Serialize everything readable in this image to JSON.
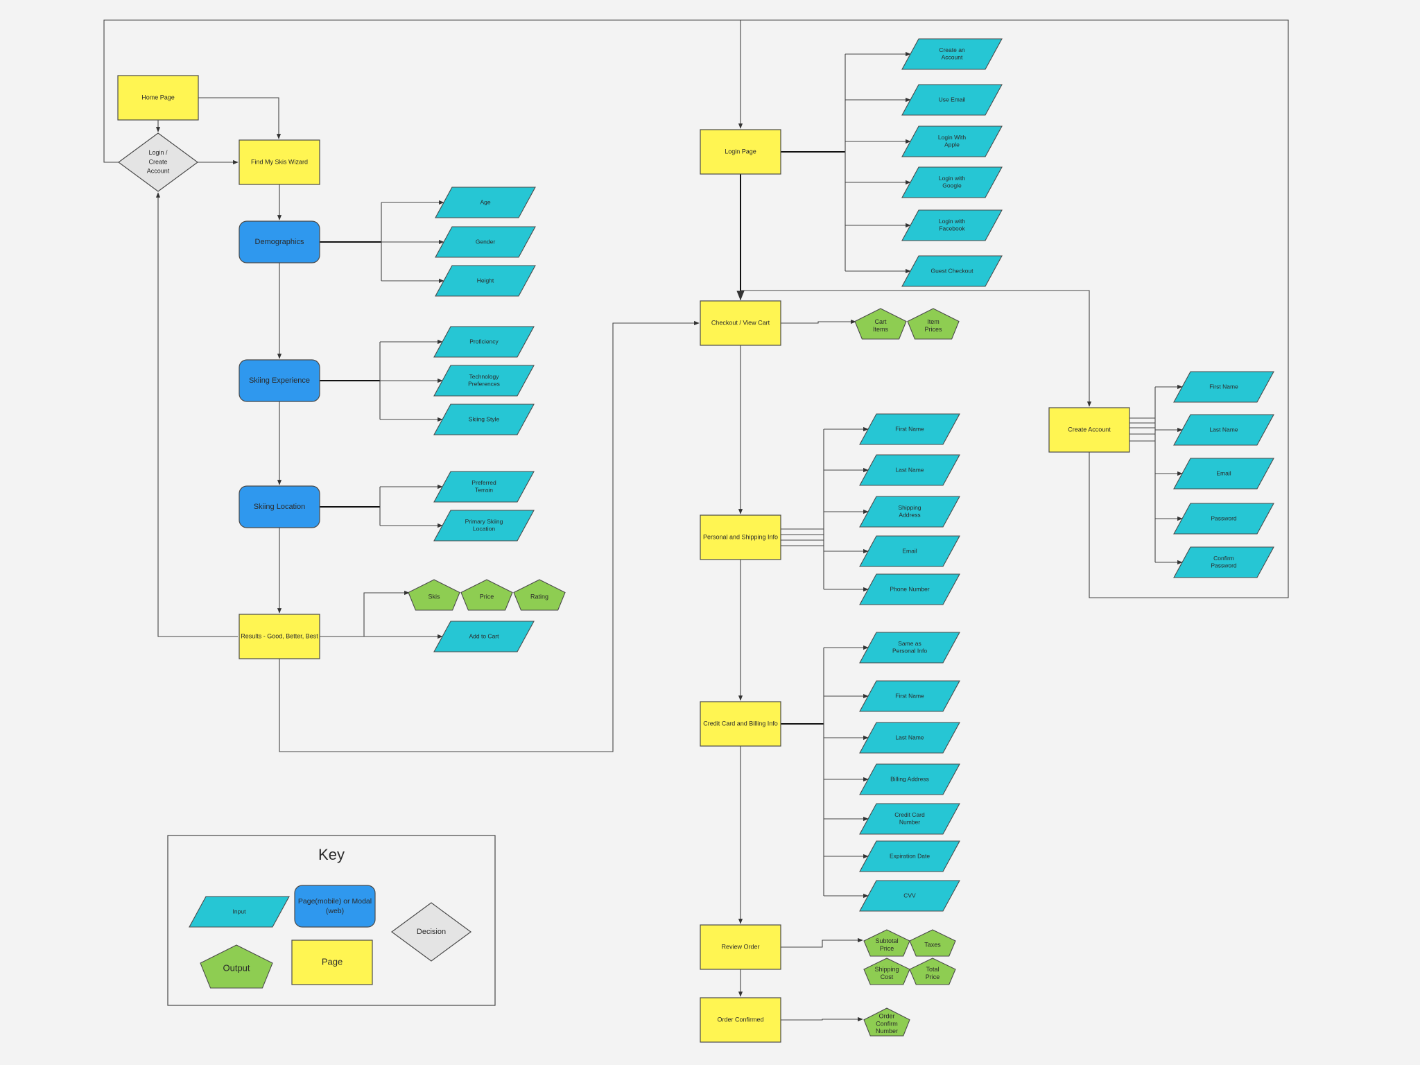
{
  "colors": {
    "page": "#fff552",
    "modal": "#2f98ee",
    "input": "#26c6d4",
    "output": "#8ecd52",
    "decision": "#e4e4e4",
    "stroke": "#4a4a4a"
  },
  "pages": {
    "home": "Home Page",
    "find": "Find My Skis Wizard",
    "results": "Results - Good, Better, Best",
    "login": "Login Page",
    "checkout": "Checkout / View Cart",
    "personal": "Personal and Shipping Info",
    "credit": "Credit Card and Billing Info",
    "review": "Review Order",
    "confirmed": "Order Confirmed",
    "create": "Create Account"
  },
  "modals": {
    "demo": "Demographics",
    "exp": "Skiing Experience",
    "loc": "Skiing Location"
  },
  "decision": [
    "Login /",
    "Create",
    "Account"
  ],
  "inputs": {
    "age": [
      "Age"
    ],
    "gender": [
      "Gender"
    ],
    "height": [
      "Height"
    ],
    "prof": [
      "Proficiency"
    ],
    "tech": [
      "Technology",
      "Preferences"
    ],
    "style": [
      "Skiing Style"
    ],
    "terrain": [
      "Preferred",
      "Terrain"
    ],
    "primloc": [
      "Primary Skiing",
      "Location"
    ],
    "addcart": [
      "Add to Cart"
    ],
    "createacct": [
      "Create an",
      "Account"
    ],
    "useemail": [
      "Use Email"
    ],
    "apple": [
      "Login With",
      "Apple"
    ],
    "google": [
      "Login with",
      "Google"
    ],
    "facebook": [
      "Login with",
      "Facebook"
    ],
    "guest": [
      "Guest Checkout"
    ],
    "p_first": [
      "First Name"
    ],
    "p_last": [
      "Last Name"
    ],
    "p_ship": [
      "Shipping",
      "Address"
    ],
    "p_email": [
      "Email"
    ],
    "p_phone": [
      "Phone Number"
    ],
    "c_same": [
      "Same as",
      "Personal Info"
    ],
    "c_first": [
      "First Name"
    ],
    "c_last": [
      "Last Name"
    ],
    "c_bill": [
      "Billing Address"
    ],
    "c_cc": [
      "Credit Card",
      "Number"
    ],
    "c_exp": [
      "Expiration Date"
    ],
    "c_cvv": [
      "CVV"
    ],
    "a_first": [
      "First Name"
    ],
    "a_last": [
      "Last Name"
    ],
    "a_email": [
      "Email"
    ],
    "a_pass": [
      "Password"
    ],
    "a_confirm": [
      "Confirm",
      "Password"
    ]
  },
  "outputs": {
    "skis": [
      "Skis"
    ],
    "price": [
      "Price"
    ],
    "rating": [
      "Rating"
    ],
    "cartitems": [
      "Cart",
      "Items"
    ],
    "itemprices": [
      "Item",
      "Prices"
    ],
    "subtotal": [
      "Subtotal",
      "Price"
    ],
    "taxes": [
      "Taxes"
    ],
    "shipcost": [
      "Shipping",
      "Cost"
    ],
    "total": [
      "Total",
      "Price"
    ],
    "ordernum": [
      "Order",
      "Confirm",
      "Number"
    ]
  },
  "key": {
    "title": "Key",
    "input": "Input",
    "modal": [
      "Page(mobile) or Modal",
      "(web)"
    ],
    "decision": "Decision",
    "output": "Output",
    "page": "Page"
  }
}
